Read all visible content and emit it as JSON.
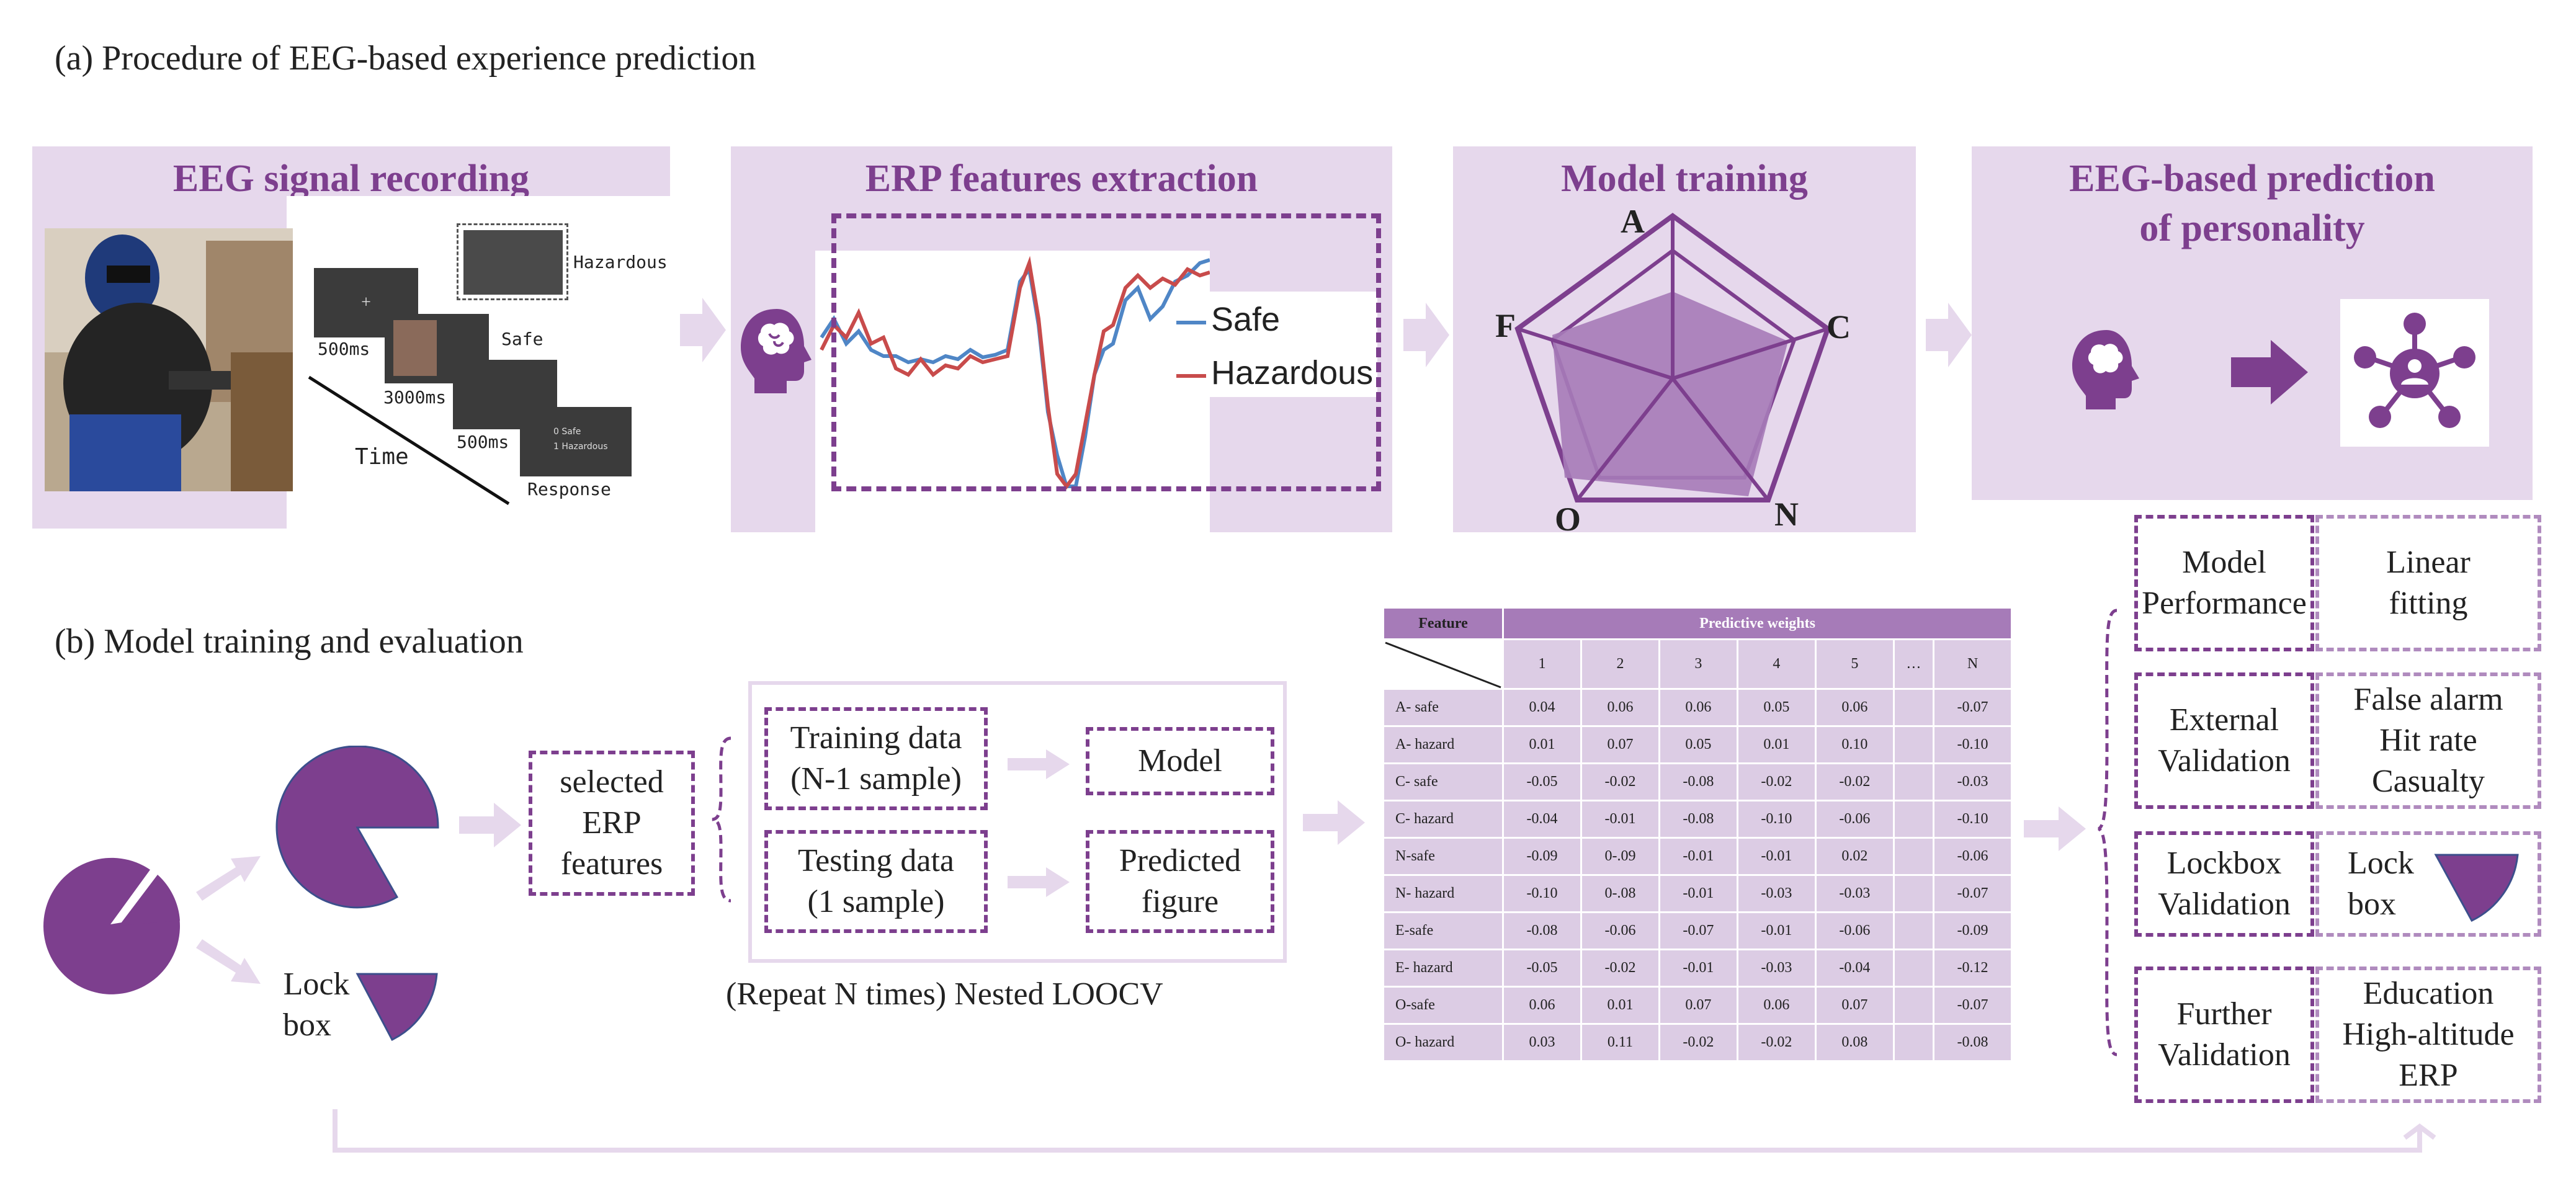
{
  "section_a": {
    "title": "(a) Procedure of EEG-based experience prediction"
  },
  "section_b": {
    "title": "(b) Model training and evaluation"
  },
  "panels": {
    "eeg_recording": {
      "title": "EEG signal recording",
      "stimulus_labels": {
        "hazardous": "Hazardous",
        "safe": "Safe",
        "response": "Response",
        "time": "Time"
      },
      "durations": [
        "500ms",
        "3000ms",
        "500ms"
      ],
      "response_options": [
        "0 Safe",
        "1 Hazardous"
      ]
    },
    "erp_extraction": {
      "title": "ERP features extraction",
      "legend": [
        {
          "name": "Safe",
          "color": "#4f86c6"
        },
        {
          "name": "Hazardous",
          "color": "#c84b4b"
        }
      ]
    },
    "model_training": {
      "title": "Model training",
      "radar_labels": [
        "A",
        "C",
        "N",
        "O",
        "F"
      ]
    },
    "eeg_prediction": {
      "title_line1": "EEG-based prediction",
      "title_line2": "of personality"
    }
  },
  "pipeline": {
    "lock_box": [
      "Lock",
      "box"
    ],
    "selected_features": [
      "selected",
      "ERP",
      "features"
    ],
    "training_data": [
      "Training data",
      "(N-1 sample)"
    ],
    "testing_data": [
      "Testing data",
      "(1 sample)"
    ],
    "model": "Model",
    "predicted": [
      "Predicted",
      "figure"
    ],
    "loocv_caption": "(Repeat N times) Nested LOOCV"
  },
  "weights_table": {
    "feature_header": "Feature",
    "weights_header": "Predictive weights",
    "columns": [
      "1",
      "2",
      "3",
      "4",
      "5",
      "…",
      "N"
    ],
    "rows": [
      {
        "label": "A- safe",
        "values": [
          "0.04",
          "0.06",
          "0.06",
          "0.05",
          "0.06",
          "",
          "-0.07"
        ]
      },
      {
        "label": "A- hazard",
        "values": [
          "0.01",
          "0.07",
          "0.05",
          "0.01",
          "0.10",
          "",
          "-0.10"
        ]
      },
      {
        "label": "C- safe",
        "values": [
          "-0.05",
          "-0.02",
          "-0.08",
          "-0.02",
          "-0.02",
          "",
          "-0.03"
        ]
      },
      {
        "label": "C- hazard",
        "values": [
          "-0.04",
          "-0.01",
          "-0.08",
          "-0.10",
          "-0.06",
          "",
          "-0.10"
        ]
      },
      {
        "label": "N-safe",
        "values": [
          "-0.09",
          "0-.09",
          "-0.01",
          "-0.01",
          "0.02",
          "",
          "-0.06"
        ]
      },
      {
        "label": "N- hazard",
        "values": [
          "-0.10",
          "0-.08",
          "-0.01",
          "-0.03",
          "-0.03",
          "",
          "-0.07"
        ]
      },
      {
        "label": "E-safe",
        "values": [
          "-0.08",
          "-0.06",
          "-0.07",
          "-0.01",
          "-0.06",
          "",
          "-0.09"
        ]
      },
      {
        "label": "E- hazard",
        "values": [
          "-0.05",
          "-0.02",
          "-0.01",
          "-0.03",
          "-0.04",
          "",
          "-0.12"
        ]
      },
      {
        "label": "O-safe",
        "values": [
          "0.06",
          "0.01",
          "0.07",
          "0.06",
          "0.07",
          "",
          "-0.07"
        ]
      },
      {
        "label": "O- hazard",
        "values": [
          "0.03",
          "0.11",
          "-0.02",
          "-0.02",
          "0.08",
          "",
          "-0.08"
        ]
      }
    ]
  },
  "validation": [
    {
      "left": [
        "Model",
        "Performance"
      ],
      "right": [
        "Linear",
        "fitting"
      ]
    },
    {
      "left": [
        "External",
        "Validation"
      ],
      "right": [
        "False alarm",
        "Hit rate",
        "Casualty"
      ]
    },
    {
      "left": [
        "Lockbox",
        "Validation"
      ],
      "right": [
        "Lock",
        "box"
      ]
    },
    {
      "left": [
        "Further",
        "Validation"
      ],
      "right": [
        "Education",
        "High-altitude",
        "ERP"
      ]
    }
  ],
  "colors": {
    "accent": "#7d3f8e",
    "panel_bg": "#e6d8ec",
    "arrow": "#e6d8ec",
    "table_head": "#a67bb8",
    "table_cell": "#dccce4"
  }
}
